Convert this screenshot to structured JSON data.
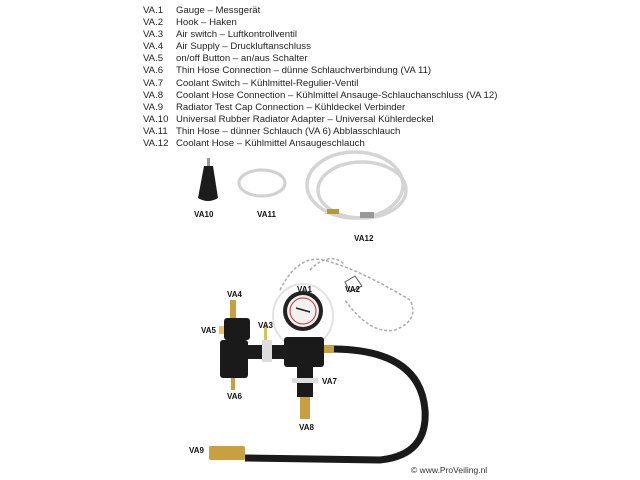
{
  "legend": [
    {
      "code": "VA.1",
      "text": "Gauge – Messgerät"
    },
    {
      "code": "VA.2",
      "text": "Hook – Haken"
    },
    {
      "code": "VA.3",
      "text": "Air switch – Luftkontrollventil"
    },
    {
      "code": "VA.4",
      "text": "Air Supply – Druckluftanschluss"
    },
    {
      "code": "VA.5",
      "text": "on/off Button – an/aus Schalter"
    },
    {
      "code": "VA.6",
      "text": "Thin Hose Connection – dünne Schlauchverbindung (VA 11)"
    },
    {
      "code": "VA.7",
      "text": "Coolant Switch – Kühlmittel-Regulier-Ventil"
    },
    {
      "code": "VA.8",
      "text": "Coolant Hose Connection – Kühlmittel Ansauge-Schlauchanschluss (VA 12)"
    },
    {
      "code": "VA.9",
      "text": "Radiator Test Cap Connection – Kühldeckel Verbinder"
    },
    {
      "code": "VA.10",
      "text": "Universal Rubber Radiator Adapter – Universal Kühlerdeckel"
    },
    {
      "code": "VA.11",
      "text": "Thin Hose – dünner Schlauch (VA 6) Abblasschlauch"
    },
    {
      "code": "VA.12",
      "text": "Coolant Hose – Kühlmittel Ansaugeschlauch"
    }
  ],
  "labels": {
    "va1": "VA1",
    "va2": "VA2",
    "va3": "VA3",
    "va4": "VA4",
    "va5": "VA5",
    "va6": "VA6",
    "va7": "VA7",
    "va8": "VA8",
    "va9": "VA9",
    "va10": "VA10",
    "va11": "VA11",
    "va12": "VA12"
  },
  "watermark": "© www.ProVeiling.nl",
  "colors": {
    "rubber": "#1a1a1a",
    "brass": "#c8a040",
    "clear_hose": "#d8d8d8",
    "gauge_accent": "#c03030"
  }
}
